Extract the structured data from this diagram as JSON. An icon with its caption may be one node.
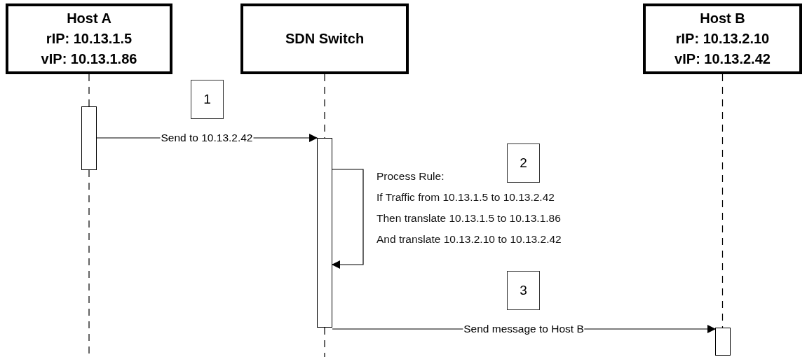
{
  "diagram": {
    "nodes": [
      {
        "text": [
          "Host A",
          "rIP: 10.13.1.5",
          "vIP: 10.13.1.86"
        ]
      },
      {
        "text": [
          "SDN Switch"
        ]
      },
      {
        "text": [
          "Host B",
          "rIP: 10.13.2.10",
          "vIP: 10.13.2.42"
        ]
      },
      {
        "text": [],
        "shape": "bar"
      },
      {
        "text": [],
        "shape": "bar"
      },
      {
        "text": [],
        "shape": "bar"
      }
    ],
    "edges": [
      {
        "from": 0,
        "to": 3,
        "arrow": "none",
        "style": "dashed"
      },
      {
        "from": 3,
        "to": null,
        "arrow": "none",
        "style": "dashed"
      },
      {
        "from": 1,
        "to": 4,
        "arrow": "none",
        "style": "dashed"
      },
      {
        "from": 4,
        "to": null,
        "arrow": "none",
        "style": "dashed"
      },
      {
        "from": 2,
        "to": 5,
        "arrow": "none",
        "style": "dashed"
      },
      {
        "from": 3,
        "to": 4,
        "arrow": "to",
        "label": "Send to 10.13.2.42"
      },
      {
        "from": 4,
        "to": 4,
        "arrow": "to"
      },
      {
        "from": 4,
        "to": 5,
        "arrow": "to",
        "label": "Send message to Host B"
      }
    ],
    "labels": [
      "1",
      "2",
      "Process Rule:",
      "If Traffic from 10.13.1.5 to 10.13.2.42",
      "Then translate 10.13.1.5 to 10.13.1.86",
      "And translate 10.13.2.10 to 10.13.2.42",
      "3"
    ]
  }
}
